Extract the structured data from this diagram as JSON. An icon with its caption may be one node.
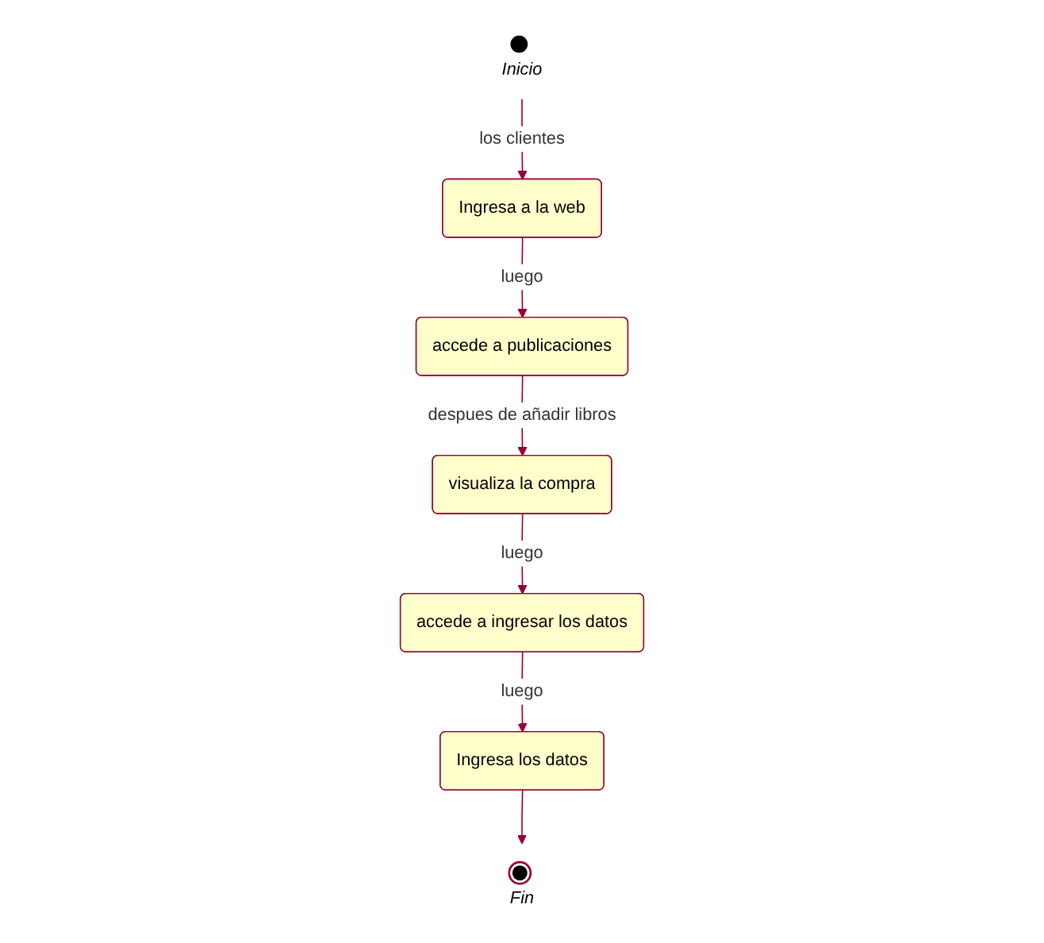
{
  "diagram": {
    "nodes": [
      {
        "text": [
          "Inicio"
        ]
      },
      {
        "text": [
          "Ingresa a la web"
        ]
      },
      {
        "text": [
          "accede a publicaciones"
        ]
      },
      {
        "text": [
          "visualiza la compra"
        ]
      },
      {
        "text": [
          "accede a ingresar los datos"
        ]
      },
      {
        "text": [
          "Ingresa los datos"
        ]
      },
      {
        "text": [
          "Fin"
        ]
      }
    ],
    "edges": [
      {
        "from": 0,
        "to": 1,
        "arrow": "to",
        "label": "los clientes"
      },
      {
        "from": 1,
        "to": 2,
        "arrow": "to",
        "label": "luego"
      },
      {
        "from": 2,
        "to": 3,
        "arrow": "to",
        "label": "despues de añadir libros"
      },
      {
        "from": 3,
        "to": 4,
        "arrow": "to",
        "label": "luego"
      },
      {
        "from": 4,
        "to": 5,
        "arrow": "to",
        "label": "luego"
      },
      {
        "from": 5,
        "to": 6,
        "arrow": "to"
      }
    ]
  }
}
